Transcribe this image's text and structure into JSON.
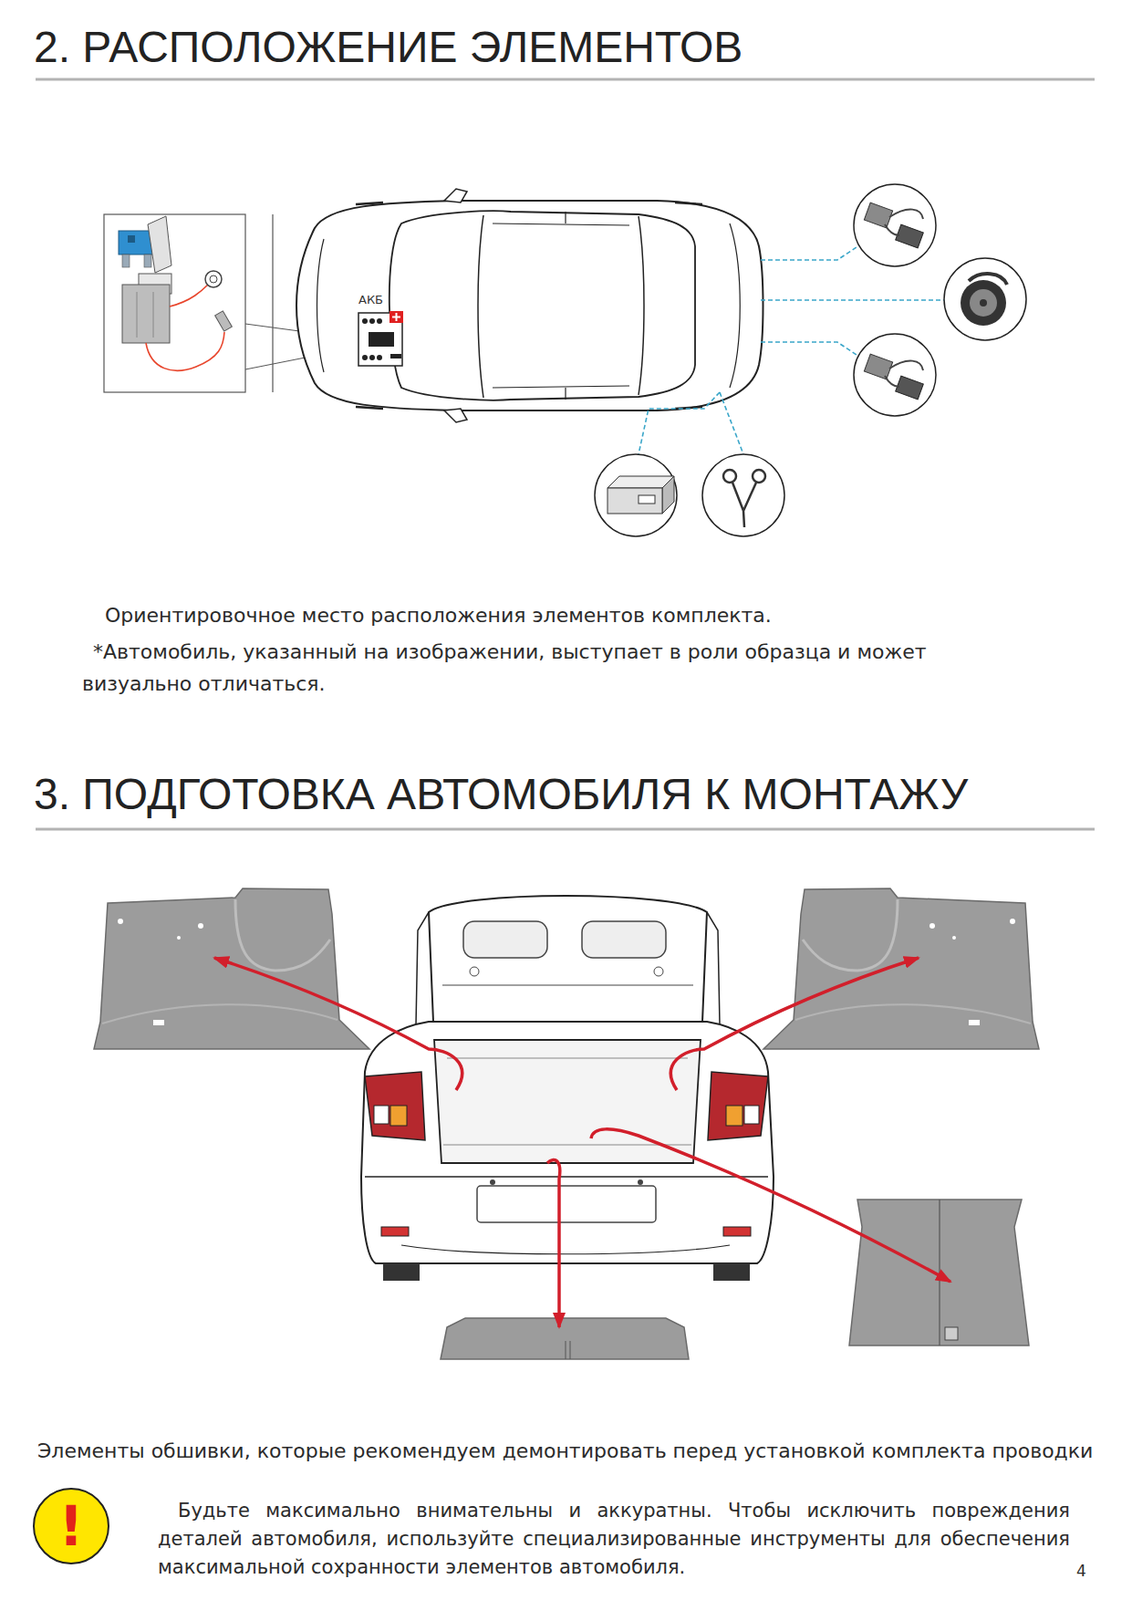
{
  "diagram": {
    "title": "2. РАСПОЛОЖЕНИЕ ЭЛЕМЕНТОВ",
    "nodes": [
      {
        "text": [
          "!"
        ]
      }
    ],
    "labels": [
      "АКБ",
      "Ориентировочное место расположения элементов комплекта.",
      "*Автомобиль, указанный на изображении, выступает в роли образца и может визуально отличаться.",
      "3. ПОДГОТОВКА АВТОМОБИЛЯ К МОНТАЖУ",
      "Элементы обшивки, которые рекомендуем демонтировать перед установкой комплекта проводки",
      "Будьте максимально внимательны и аккуратны. Чтобы исключить повреждения деталей автомобиля, используйте специализированные инструменты для обеспечения максимальной сохранности элементов автомобиля.",
      "4"
    ]
  }
}
